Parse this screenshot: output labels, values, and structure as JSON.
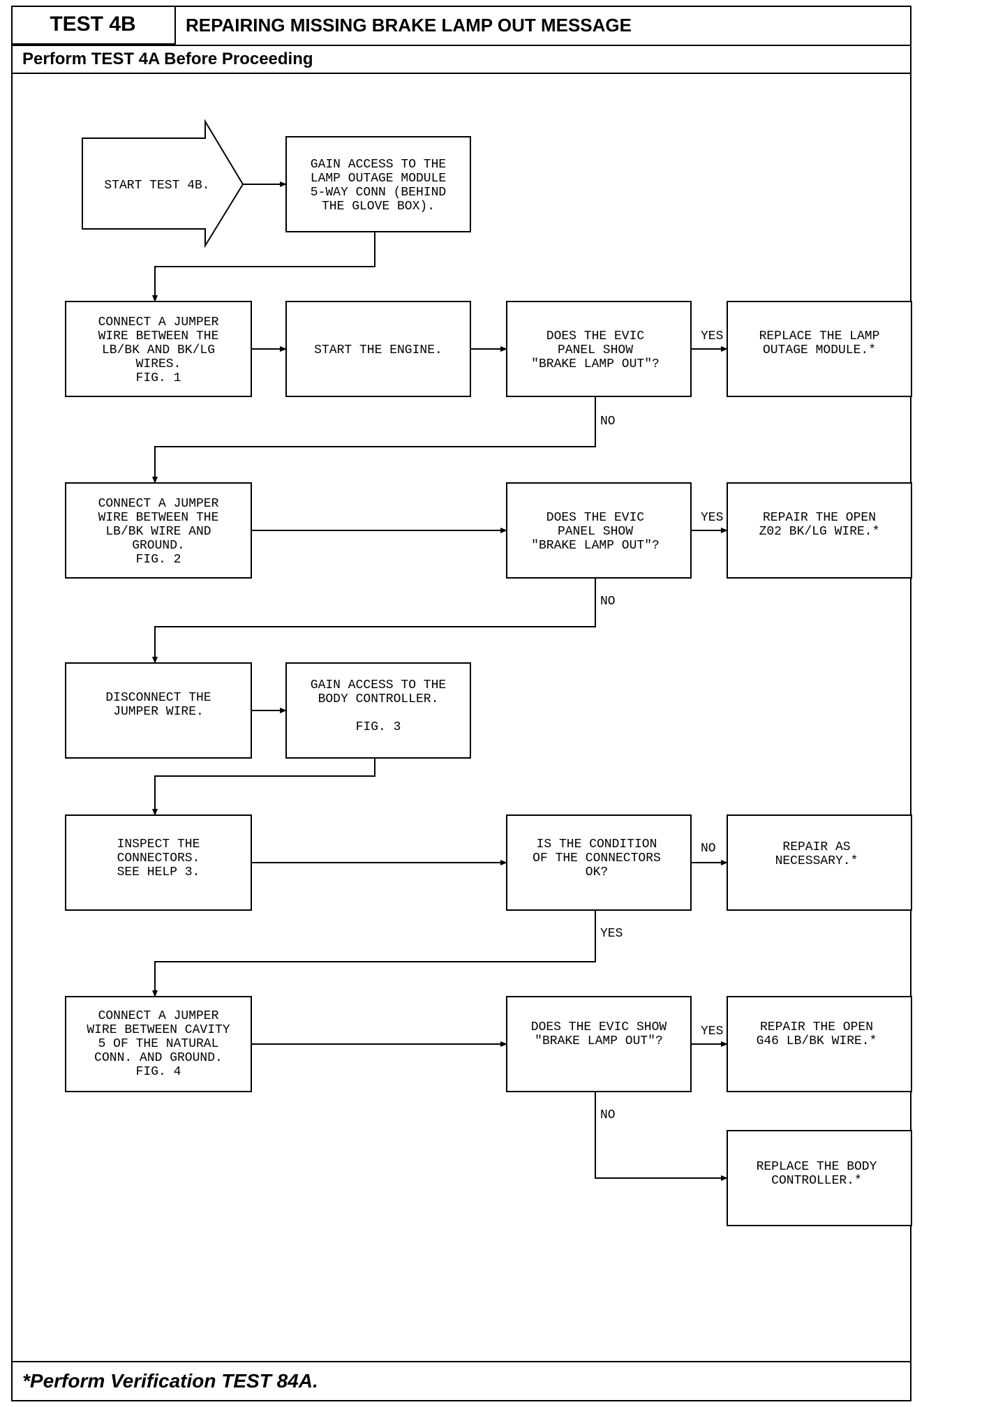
{
  "header": {
    "test_id": "TEST 4B",
    "title": "REPAIRING MISSING BRAKE LAMP OUT MESSAGE",
    "prerequisite": "Perform TEST 4A Before Proceeding"
  },
  "footer": {
    "note": "*Perform Verification TEST 84A."
  },
  "flow": {
    "start": [
      "START TEST 4B."
    ],
    "gain_access_lom": [
      "GAIN ACCESS TO THE",
      "LAMP OUTAGE MODULE",
      "5-WAY CONN (BEHIND",
      "THE GLOVE BOX)."
    ],
    "jumper_lbbk_bklg": [
      "CONNECT A JUMPER",
      "WIRE BETWEEN THE",
      "LB/BK AND BK/LG",
      "WIRES.",
      "FIG. 1"
    ],
    "start_engine": [
      "START THE ENGINE."
    ],
    "q1_evic": [
      "DOES THE EVIC",
      "PANEL SHOW",
      "\"BRAKE LAMP OUT\"?"
    ],
    "replace_lom": [
      "REPLACE THE LAMP",
      "OUTAGE MODULE.*"
    ],
    "jumper_lbbk_ground": [
      "CONNECT A JUMPER",
      "WIRE BETWEEN THE",
      "LB/BK WIRE AND",
      "GROUND.",
      "FIG. 2"
    ],
    "q2_evic": [
      "DOES THE EVIC",
      "PANEL SHOW",
      "\"BRAKE LAMP OUT\"?"
    ],
    "repair_z02": [
      "REPAIR THE OPEN",
      "Z02 BK/LG WIRE.*"
    ],
    "disconnect_jumper": [
      "DISCONNECT THE",
      "JUMPER WIRE."
    ],
    "gain_access_bc": [
      "GAIN ACCESS TO THE",
      "BODY CONTROLLER.",
      "",
      "FIG. 3"
    ],
    "inspect_connectors": [
      "INSPECT THE",
      "CONNECTORS.",
      "SEE HELP 3."
    ],
    "q3_connectors": [
      "IS THE CONDITION",
      "OF THE CONNECTORS",
      "OK?"
    ],
    "repair_necessary": [
      "REPAIR AS",
      "NECESSARY.*"
    ],
    "jumper_cavity5": [
      "CONNECT A JUMPER",
      "WIRE BETWEEN CAVITY",
      "5 OF THE NATURAL",
      "CONN. AND GROUND.",
      "FIG. 4"
    ],
    "q4_evic": [
      "DOES THE EVIC SHOW",
      "\"BRAKE LAMP OUT\"?"
    ],
    "repair_g46": [
      "REPAIR THE OPEN",
      "G46 LB/BK WIRE.*"
    ],
    "replace_bc": [
      "REPLACE THE BODY",
      "CONTROLLER.*"
    ]
  },
  "labels": {
    "yes": "YES",
    "no": "NO"
  }
}
